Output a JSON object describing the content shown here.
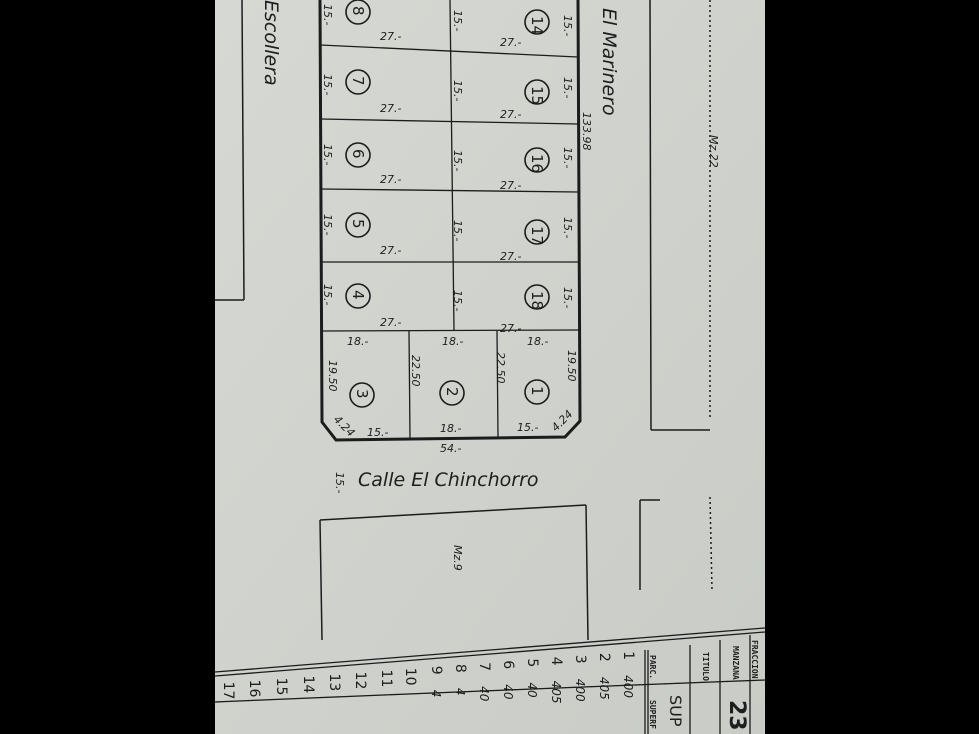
{
  "streets": {
    "top": "El Marinero",
    "left": "Escollera",
    "bottom": "Calle El Chinchorro"
  },
  "blocks": {
    "north": "Mz.22",
    "south": "Mz.9"
  },
  "main_block": {
    "total_length": "133.98",
    "total_width": "54.-",
    "street_width": "15.-",
    "lots_left": [
      "8",
      "7",
      "6",
      "5",
      "4"
    ],
    "lots_right": [
      "14",
      "15",
      "16",
      "17",
      "18"
    ],
    "lots_bottom": [
      "3",
      "2",
      "1"
    ],
    "depth_label": "27.-",
    "front_label": "15.-",
    "bottom_top_label": "18.-",
    "bottom_bottom_labels": [
      "15.-",
      "18.-",
      "15.-"
    ],
    "side_labels": [
      "19.50",
      "22.50",
      "22.50",
      "19.50"
    ],
    "chamfer_label": "4.24"
  },
  "table": {
    "fraccion_label": "FRACCION",
    "manzana_label": "MANZANA",
    "manzana_value": "23",
    "titulo_label": "TITULO",
    "sup_label": "SUP",
    "parc_label": "PARC.",
    "superf_label": "SUPERF",
    "parcels": [
      "1",
      "2",
      "3",
      "4",
      "5",
      "6",
      "7",
      "8",
      "9",
      "10",
      "11",
      "12",
      "13",
      "14",
      "15",
      "16",
      "17"
    ],
    "superficies": [
      "400",
      "405",
      "400",
      "405",
      "40",
      "40",
      "40",
      "4",
      "4"
    ]
  },
  "colors": {
    "paper": "#d3d5d0",
    "ink": "#1c1c1c",
    "background": "#000000"
  }
}
